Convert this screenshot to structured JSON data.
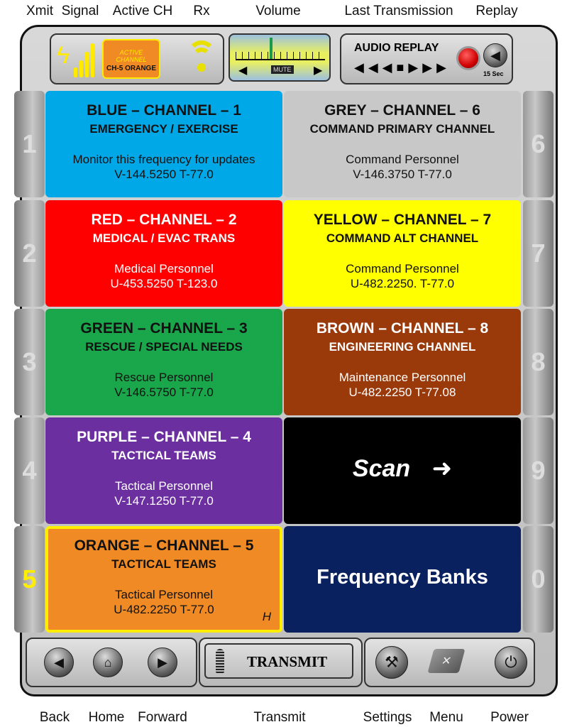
{
  "top_labels": [
    "Xmit",
    "Signal",
    "Active CH",
    "Rx",
    "Volume",
    "Last Transmission",
    "Replay"
  ],
  "active_channel": {
    "title": "ACTIVE CHANNEL",
    "value": "CH-5 ORANGE"
  },
  "volume": {
    "mute_label": "MUTE"
  },
  "replay": {
    "title": "AUDIO REPLAY",
    "seconds": "15 Sec"
  },
  "side_numbers": {
    "left": [
      "1",
      "2",
      "3",
      "4",
      "5"
    ],
    "right": [
      "6",
      "7",
      "8",
      "9",
      "0"
    ]
  },
  "channels": [
    {
      "name": "BLUE – CHANNEL – 1",
      "sub": "EMERGENCY / EXERCISE",
      "desc": "Monitor this frequency for updates",
      "freq": "V-144.5250 T-77.0",
      "bg": "#00a8e8",
      "fg": "#111"
    },
    {
      "name": "RED – CHANNEL – 2",
      "sub": "MEDICAL / EVAC TRANS",
      "desc": "Medical Personnel",
      "freq": "U-453.5250 T-123.0",
      "bg": "#ff0000",
      "fg": "#fff"
    },
    {
      "name": "GREEN – CHANNEL – 3",
      "sub": "RESCUE / SPECIAL NEEDS",
      "desc": "Rescue Personnel",
      "freq": "V-146.5750 T-77.0",
      "bg": "#1aa64a",
      "fg": "#111"
    },
    {
      "name": "PURPLE – CHANNEL – 4",
      "sub": "TACTICAL TEAMS",
      "desc": "Tactical Personnel",
      "freq": "V-147.1250 T-77.0",
      "bg": "#6b2fa0",
      "fg": "#fff"
    },
    {
      "name": "ORANGE – CHANNEL – 5",
      "sub": "TACTICAL TEAMS",
      "desc": "Tactical Personnel",
      "freq": "U-482.2250 T-77.0",
      "bg": "#f08a24",
      "fg": "#111",
      "badge": "H"
    },
    {
      "name": "GREY – CHANNEL – 6",
      "sub": "COMMAND PRIMARY CHANNEL",
      "desc": "Command Personnel",
      "freq": "V-146.3750 T-77.0",
      "bg": "#c8c8c8",
      "fg": "#111"
    },
    {
      "name": "YELLOW – CHANNEL – 7",
      "sub": "COMMAND ALT CHANNEL",
      "desc": "Command Personnel",
      "freq": "U-482.2250. T-77.0",
      "bg": "#ffff00",
      "fg": "#111"
    },
    {
      "name": "BROWN – CHANNEL – 8",
      "sub": "ENGINEERING CHANNEL",
      "desc": "Maintenance Personnel",
      "freq": "U-482.2250 T-77.08",
      "bg": "#9a3a0a",
      "fg": "#fff"
    }
  ],
  "scan": {
    "label": "Scan",
    "arrow": "➜"
  },
  "banks": {
    "label": "Frequency Banks"
  },
  "transmit": {
    "label": "TRANSMIT"
  },
  "bottom_labels": [
    "Back",
    "Home",
    "Forward",
    "Transmit",
    "Settings",
    "Menu",
    "Power"
  ]
}
